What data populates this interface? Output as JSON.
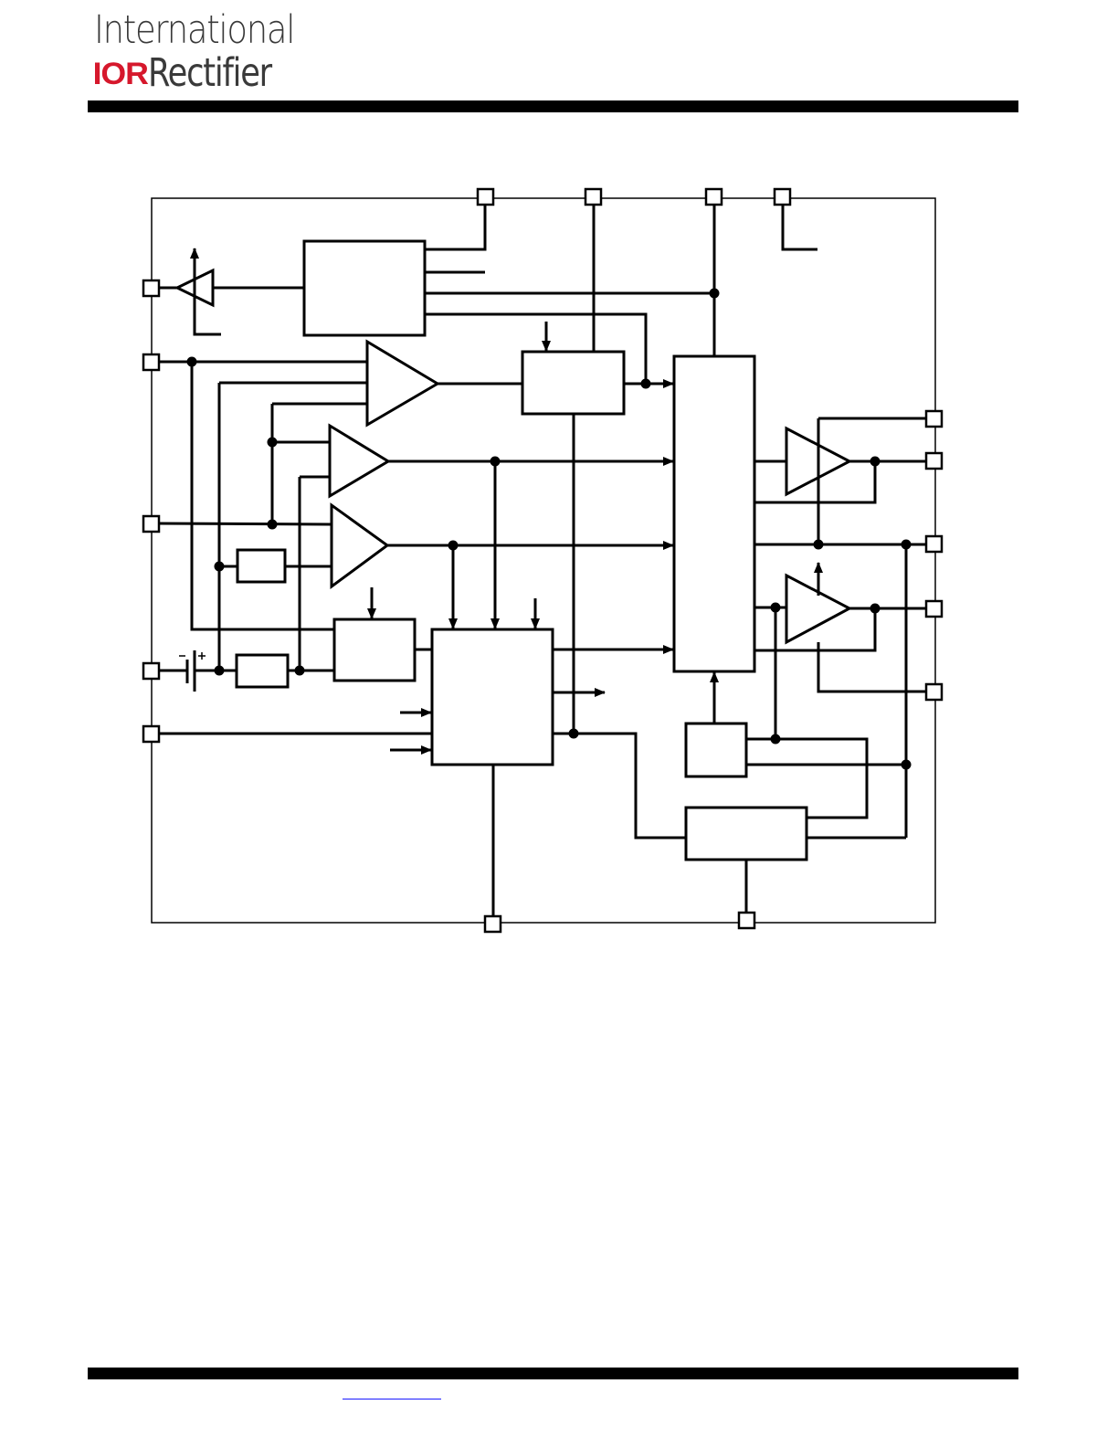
{
  "brand": {
    "company_line1": "International",
    "company_mark": "IOR",
    "company_line2": "Rectifier",
    "colors": {
      "mark": "#d6182c",
      "text": "#3a3a3a",
      "rule": "#000000",
      "link": "#1a1aff"
    }
  },
  "diagram": {
    "description_kind": "block diagram",
    "stroke": "#000000"
  }
}
